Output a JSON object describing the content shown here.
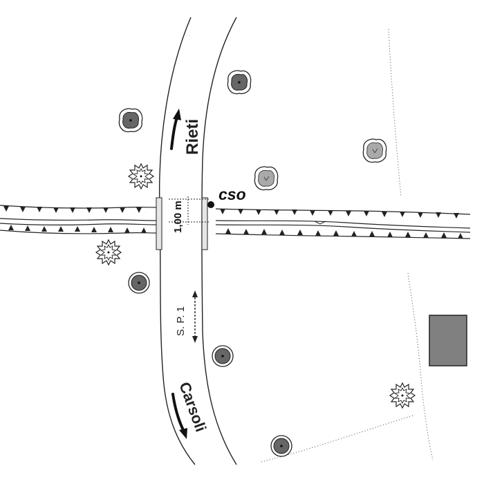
{
  "map": {
    "labels": {
      "north_destination": "Rieti",
      "south_destination": "Carsoli",
      "road_name": "S. P. 1",
      "outfall_code": "cso",
      "distance": "1,00 m"
    },
    "colors": {
      "background": "#ffffff",
      "line": "#222222",
      "building": "#808080",
      "tree_dark": "#666666",
      "tree_light": "#aaaaaa",
      "bridge": "#e6e6e6"
    },
    "icons": {
      "direction_north": "arrow-up-icon",
      "direction_south": "arrow-down-icon",
      "outfall_marker": "black-dot-icon",
      "vegetation": "tree-icon",
      "building": "building-rect-icon"
    }
  }
}
